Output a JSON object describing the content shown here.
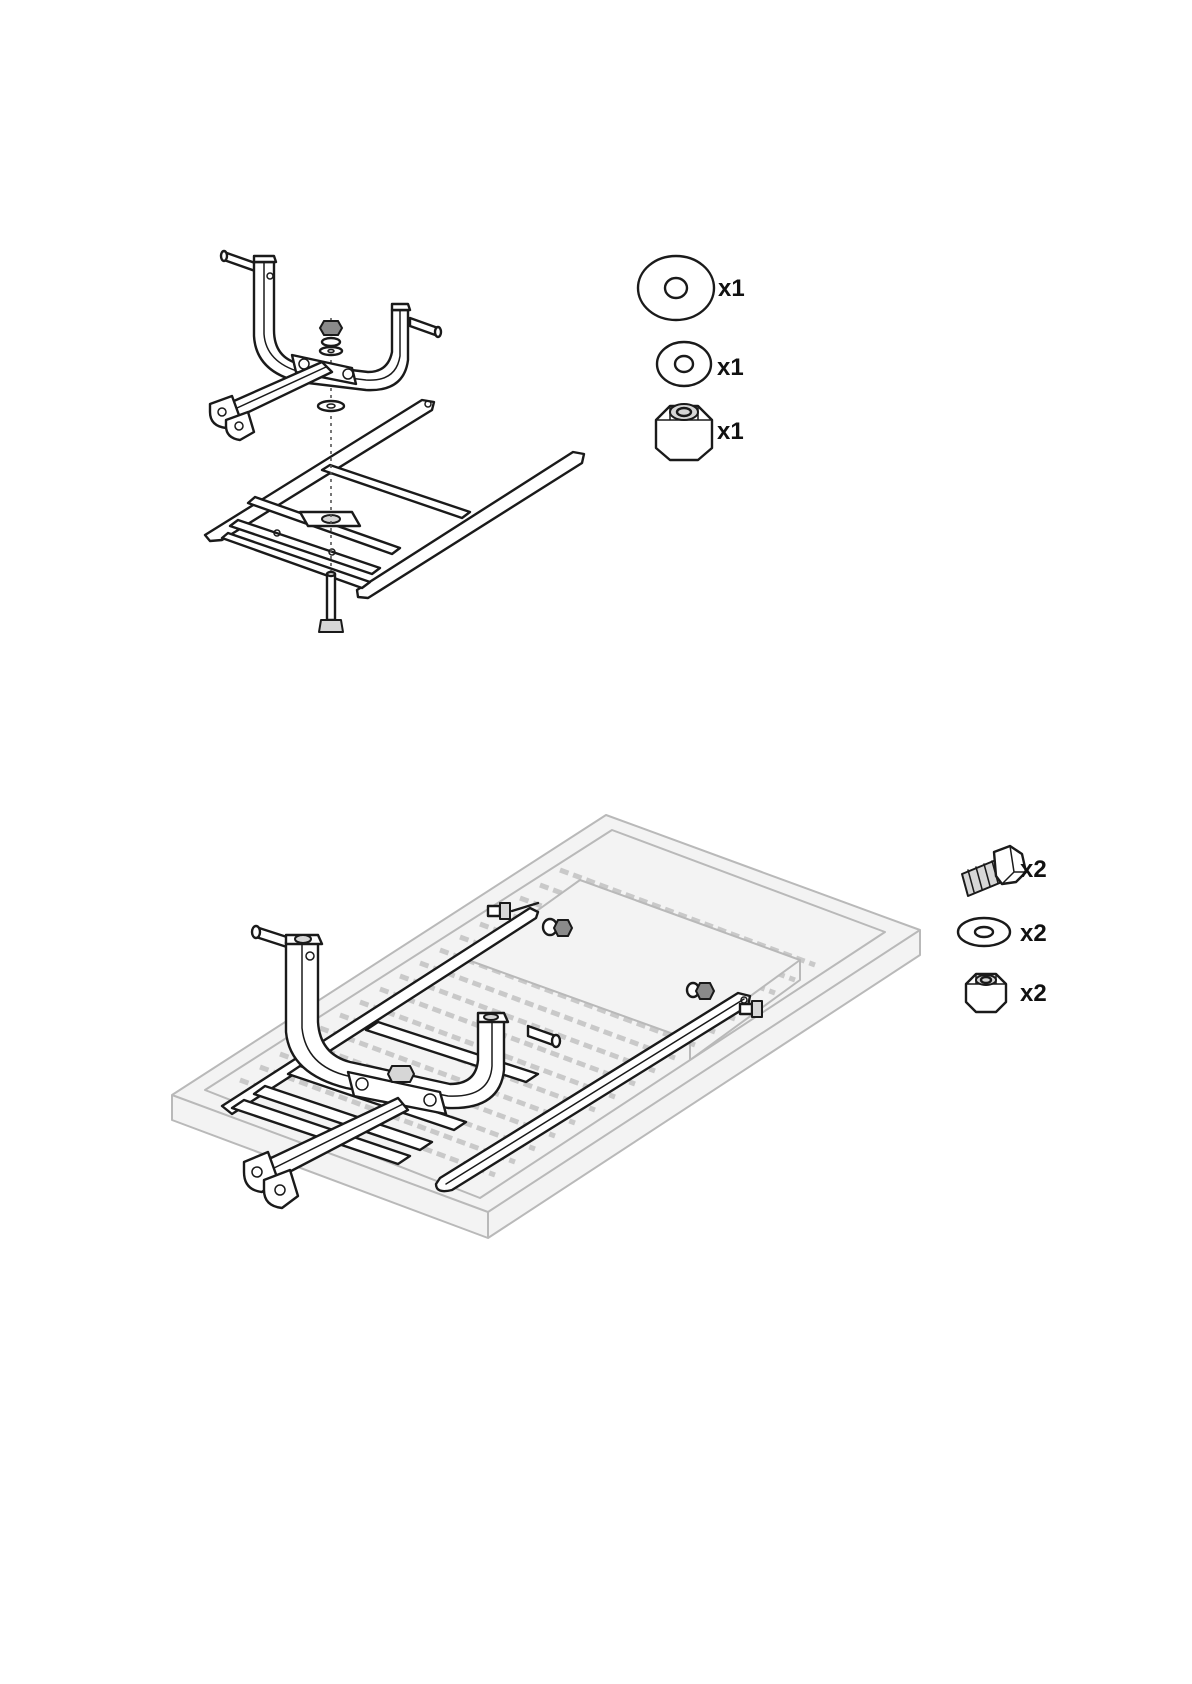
{
  "step1": {
    "parts": [
      {
        "icon": "large-washer-icon",
        "qty": "x1"
      },
      {
        "icon": "small-washer-icon",
        "qty": "x1"
      },
      {
        "icon": "lock-nut-icon",
        "qty": "x1"
      }
    ]
  },
  "step2": {
    "parts": [
      {
        "icon": "bolt-icon",
        "qty": "x2"
      },
      {
        "icon": "washer-icon",
        "qty": "x2"
      },
      {
        "icon": "lock-nut-icon",
        "qty": "x2"
      }
    ]
  },
  "colors": {
    "line": "#1a1a1a",
    "ghost": "#b9b9b9",
    "fill": "#d6d6d6"
  }
}
